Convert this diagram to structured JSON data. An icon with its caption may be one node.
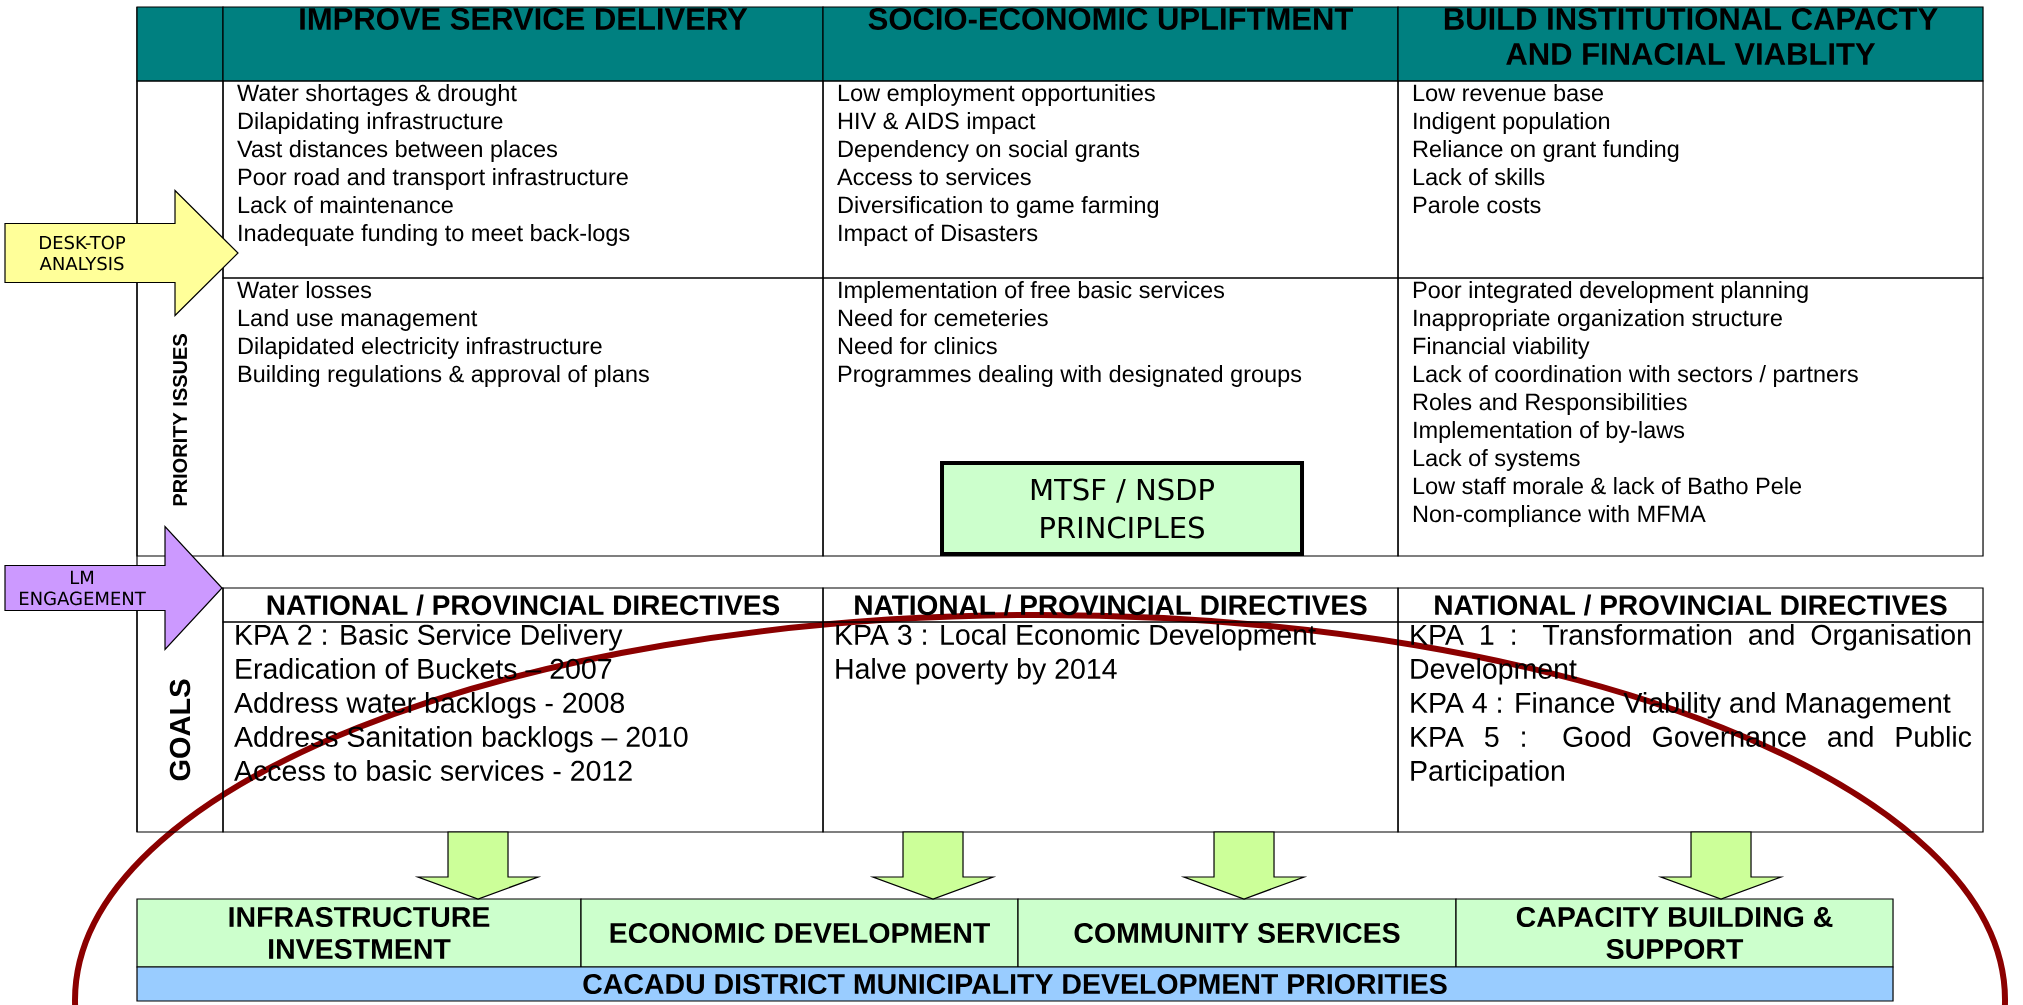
{
  "diagram": {
    "nodes": [
      {
        "text": [
          "IMPROVE SERVICE DELIVERY"
        ]
      },
      {
        "text": [
          "SOCIO-ECONOMIC UPLIFTMENT"
        ]
      },
      {
        "text": [
          "BUILD INSTITUTIONAL CAPACTY AND FINACIAL VIABLITY"
        ]
      },
      {
        "text": [
          "PRIORITY ISSUES"
        ]
      },
      {
        "text": [
          "Water shortages & drought",
          "Dilapidating infrastructure",
          "Vast distances between places",
          "Poor road and transport  infrastructure",
          "Lack of maintenance",
          "Inadequate funding to meet back-logs"
        ]
      },
      {
        "text": [
          "Low employment opportunities",
          "HIV & AIDS impact",
          "Dependency on social grants",
          "Access to services",
          "Diversification to game farming",
          "Impact of Disasters"
        ]
      },
      {
        "text": [
          "Low revenue base",
          "Indigent population",
          "Reliance on grant funding",
          "Lack of skills",
          "Parole costs"
        ]
      },
      {
        "text": [
          "Water losses",
          "Land use management",
          "Dilapidated electricity infrastructure",
          "Building regulations & approval of plans"
        ]
      },
      {
        "text": [
          "Implementation of free basic services",
          "Need for cemeteries",
          "Need for clinics",
          "Programmes dealing with designated groups"
        ]
      },
      {
        "text": [
          "Poor integrated development planning",
          "Inappropriate organization structure",
          "Financial viability",
          "Lack of coordination with sectors / partners",
          "Roles and Responsibilities",
          "Implementation of by-laws",
          "Lack of systems",
          "Low staff morale & lack of Batho Pele",
          "Non-compliance with MFMA"
        ]
      },
      {
        "text": [
          "GOALS"
        ]
      },
      {
        "text": [
          "NATIONAL / PROVINCIAL DIRECTIVES"
        ]
      },
      {
        "text": [
          "NATIONAL / PROVINCIAL DIRECTIVES"
        ]
      },
      {
        "text": [
          "NATIONAL / PROVINCIAL DIRECTIVES"
        ]
      },
      {
        "text": [
          "KPA 2 : Basic Service Delivery",
          "Eradication of Buckets – 2007",
          "Address water backlogs - 2008",
          "Address Sanitation backlogs – 2010",
          "Access to basic services - 2012"
        ]
      },
      {
        "text": [
          "KPA 3 : Local Economic Development",
          "Halve poverty by 2014"
        ]
      },
      {
        "text": [
          "KPA 1 : Transformation and Organisation Development",
          "KPA 4 : Finance Viability and Management",
          "KPA 5 : Good Governance and Public Participation"
        ]
      },
      {
        "text": [
          "MTSF / NSDP PRINCIPLES"
        ],
        "in": 8
      },
      {
        "text": [
          "INFRASTRUCTURE INVESTMENT"
        ]
      },
      {
        "text": [
          "ECONOMIC DEVELOPMENT"
        ]
      },
      {
        "text": [
          "COMMUNITY SERVICES"
        ]
      },
      {
        "text": [
          "CAPACITY BUILDING & SUPPORT"
        ]
      },
      {
        "text": [
          "CACADU DISTRICT MUNICIPALITY DEVELOPMENT PRIORITIES"
        ]
      }
    ],
    "edges": [
      {
        "from": 14,
        "to": 18,
        "arrow": "to"
      },
      {
        "from": 15,
        "to": 19,
        "arrow": "to"
      },
      {
        "from": 15,
        "to": 20,
        "arrow": "to"
      },
      {
        "from": 16,
        "to": 21,
        "arrow": "to"
      },
      {
        "from": null,
        "to": 4,
        "arrow": "to",
        "label": "DESK-TOP ANALYSIS",
        "color": "#ffff99"
      },
      {
        "from": null,
        "to": 11,
        "arrow": "to",
        "label": "LM ENGAGEMENT",
        "color": "#cc99ff"
      }
    ]
  }
}
